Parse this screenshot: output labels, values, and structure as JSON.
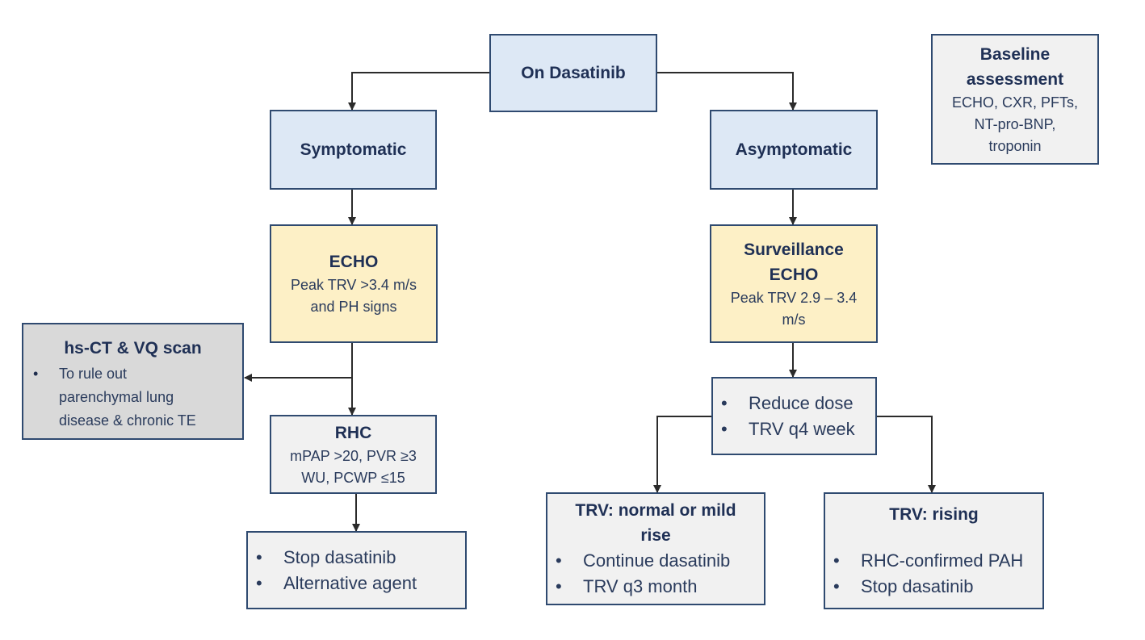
{
  "nodes": {
    "on_dasatinib": {
      "title": "On Dasatinib"
    },
    "baseline": {
      "title_line1": "Baseline",
      "title_line2": "assessment",
      "body_line1": "ECHO, CXR, PFTs,",
      "body_line2": "NT-pro-BNP,",
      "body_line3": "troponin"
    },
    "symptomatic": {
      "title": "Symptomatic"
    },
    "asymptomatic": {
      "title": "Asymptomatic"
    },
    "echo": {
      "title": "ECHO",
      "body_line1": "Peak TRV >3.4 m/s",
      "body_line2": "and PH signs"
    },
    "surveillance_echo": {
      "title_line1": "Surveillance",
      "title_line2": "ECHO",
      "body_line1": "Peak TRV 2.9 – 3.4",
      "body_line2": "m/s"
    },
    "hsct": {
      "title": "hs-CT & VQ scan",
      "bullet_line1": "To rule out",
      "bullet_line2": "parenchymal lung",
      "bullet_line3": "disease & chronic TE"
    },
    "rhc": {
      "title": "RHC",
      "body_line1": "mPAP >20, PVR ≥3",
      "body_line2": "WU, PCWP ≤15"
    },
    "stop": {
      "items": [
        "Stop dasatinib",
        "Alternative agent"
      ]
    },
    "reduce": {
      "items": [
        "Reduce dose",
        "TRV q4 week"
      ]
    },
    "trv_normal": {
      "title_line1": "TRV: normal or mild",
      "title_line2": "rise",
      "items": [
        "Continue dasatinib",
        "TRV q3 month"
      ]
    },
    "trv_rising": {
      "title": "TRV: rising",
      "items": [
        "RHC-confirmed PAH",
        "Stop dasatinib"
      ]
    }
  },
  "colors": {
    "line": "#2b2b2b",
    "border": "#2f4a70",
    "blue_fill": "#dde8f5",
    "yellow_fill": "#fdf0c6",
    "grey_fill": "#d9d9d9",
    "light_fill": "#f1f1f1"
  }
}
